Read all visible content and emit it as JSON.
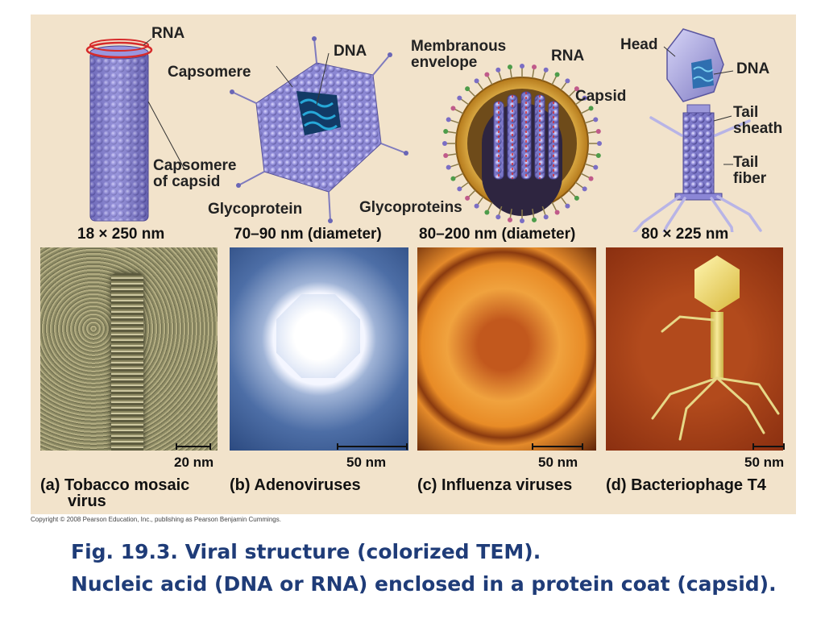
{
  "labels": {
    "rna1": "RNA",
    "capsomere": "Capsomere",
    "capsomere_capsid_1": "Capsomere",
    "capsomere_capsid_2": "of capsid",
    "dna_b": "DNA",
    "glycoprotein": "Glycoprotein",
    "membranous_1": "Membranous",
    "membranous_2": "envelope",
    "rna_c": "RNA",
    "capsid_c": "Capsid",
    "glycoproteins": "Glycoproteins",
    "head": "Head",
    "dna_d": "DNA",
    "tail_sheath_1": "Tail",
    "tail_sheath_2": "sheath",
    "tail_fiber_1": "Tail",
    "tail_fiber_2": "fiber"
  },
  "dimensions": [
    "18 × 250 nm",
    "70–90 nm (diameter)",
    "80–200 nm (diameter)",
    "80 × 225 nm"
  ],
  "scale_bars": [
    "20 nm",
    "50 nm",
    "50 nm",
    "50 nm"
  ],
  "panel_captions": [
    {
      "letter": "(a)",
      "line1": "Tobacco mosaic",
      "line2": "virus"
    },
    {
      "letter": "(b)",
      "line1": "Adenoviruses"
    },
    {
      "letter": "(c)",
      "line1": "Influenza viruses"
    },
    {
      "letter": "(d)",
      "line1": "Bacteriophage T4"
    }
  ],
  "copyright": "Copyright © 2008 Pearson Education, Inc., publishing as Pearson Benjamin Cummings.",
  "caption": {
    "line1": "Fig. 19.3.  Viral structure (colorized TEM).",
    "line2": "Nucleic acid (DNA or RNA) enclosed in a protein coat (capsid)."
  },
  "colors": {
    "figure_bg": "#f2e3cb",
    "caption": "#1f3c78",
    "capsomere": "#8a86d8",
    "envelope": "#d9a53a"
  }
}
